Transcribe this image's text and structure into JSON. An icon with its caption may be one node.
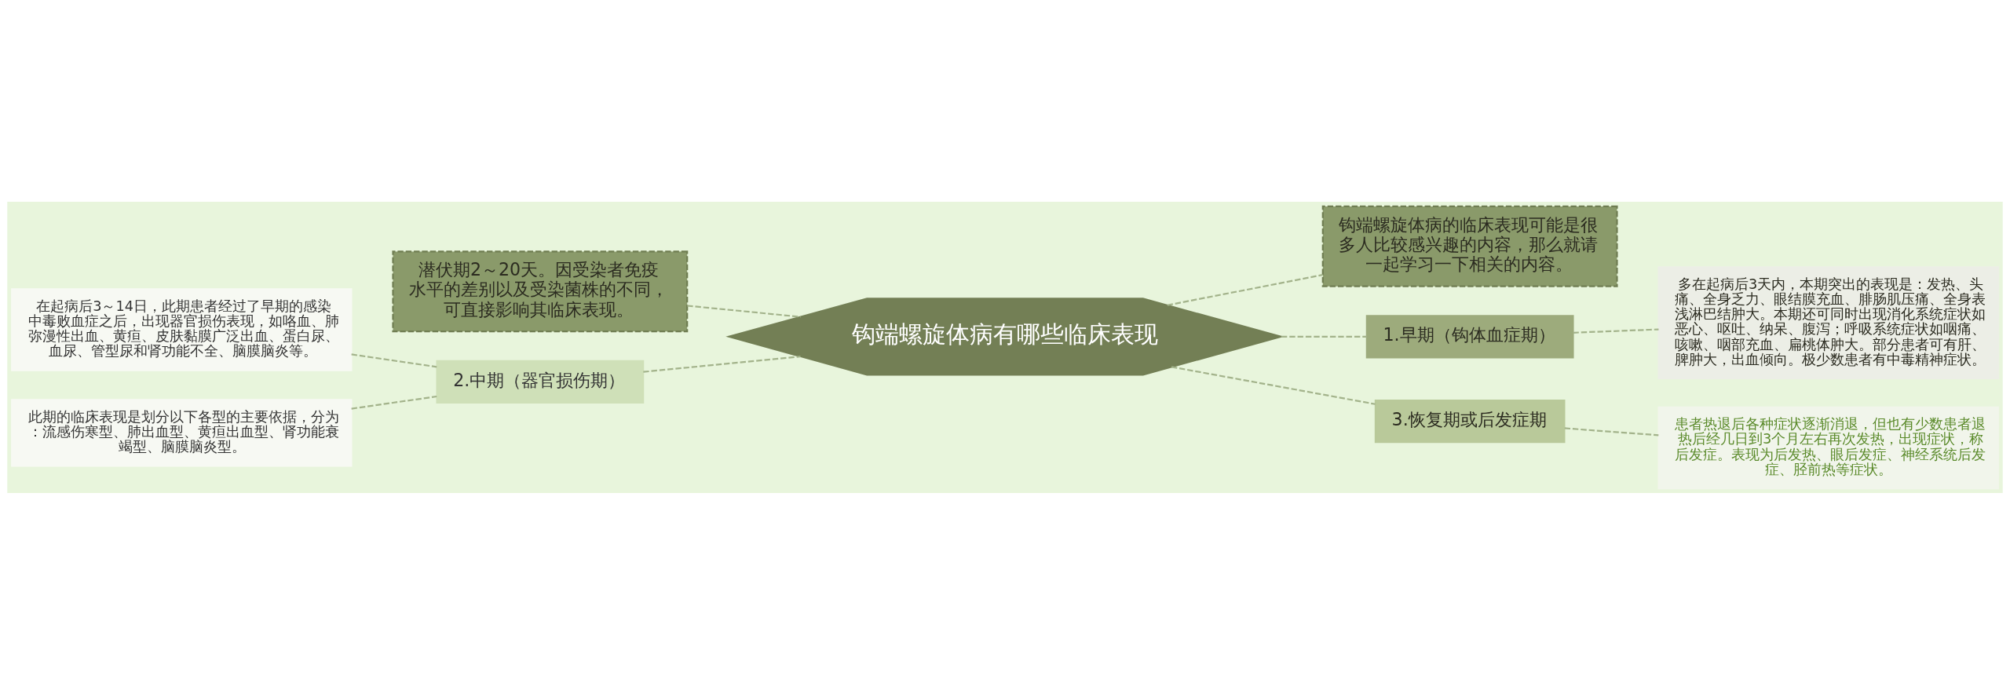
{
  "diagram": {
    "nodes": [
      {
        "text": [
          "钩端螺旋体病有哪些临床表现"
        ]
      },
      {
        "text": [
          "潜伏期2～20天。因受染者免疫水平的差别以及受染菌株的不同，可直接影响其临床表现。"
        ]
      },
      {
        "text": [
          "2.中期（器官损伤期）"
        ]
      },
      {
        "text": [
          "在起病后3～14日，此期患者经过了早期的感染中毒败血症之后，出现器官损伤表现，如咯血、肺弥漫性出血、黄疸、皮肤黏膜广泛出血、蛋白尿、血尿、管型尿和肾功能不全、脑膜脑炎等。"
        ]
      },
      {
        "text": [
          "此期的临床表现是划分以下各型的主要依据，分为：流感伤寒型、肺出血型、黄疸出血型、肾功能衰竭型、脑膜脑炎型。"
        ]
      },
      {
        "text": [
          "钩端螺旋体病的临床表现可能是很多人比较感兴趣的内容，那么就请一起学习一下相关的内容。"
        ]
      },
      {
        "text": [
          "1.早期（钩体血症期）"
        ]
      },
      {
        "text": [
          "多在起病后3天内，本期突出的表现是：发热、头痛、全身乏力、眼结膜充血、腓肠肌压痛、全身表浅淋巴结肿大。本期还可同时出现消化系统症状如恶心、呕吐、纳呆、腹泻；呼吸系统症状如咽痛、咳嗽、咽部充血、扁桃体肿大。部分患者可有肝、脾肿大，出血倾向。极少数患者有中毒精神症状。"
        ]
      },
      {
        "text": [
          "3.恢复期或后发症期"
        ]
      },
      {
        "text": [
          "患者热退后各种症状逐渐消退，但也有少数患者退热后经几日到3个月左右再次发热，出现症状，称后发症。表现为后发热、眼后发症、神经系统后发症、胫前热等症状。"
        ]
      }
    ],
    "edges": [
      {
        "from": 0,
        "to": 1,
        "arrow": "none"
      },
      {
        "from": 0,
        "to": 2,
        "arrow": "none"
      },
      {
        "from": 2,
        "to": 3,
        "arrow": "none"
      },
      {
        "from": 2,
        "to": 4,
        "arrow": "none"
      },
      {
        "from": 0,
        "to": 5,
        "arrow": "none"
      },
      {
        "from": 0,
        "to": 6,
        "arrow": "none"
      },
      {
        "from": 6,
        "to": 7,
        "arrow": "none"
      },
      {
        "from": 0,
        "to": 8,
        "arrow": "none"
      },
      {
        "from": 8,
        "to": 9,
        "arrow": "none"
      }
    ]
  }
}
